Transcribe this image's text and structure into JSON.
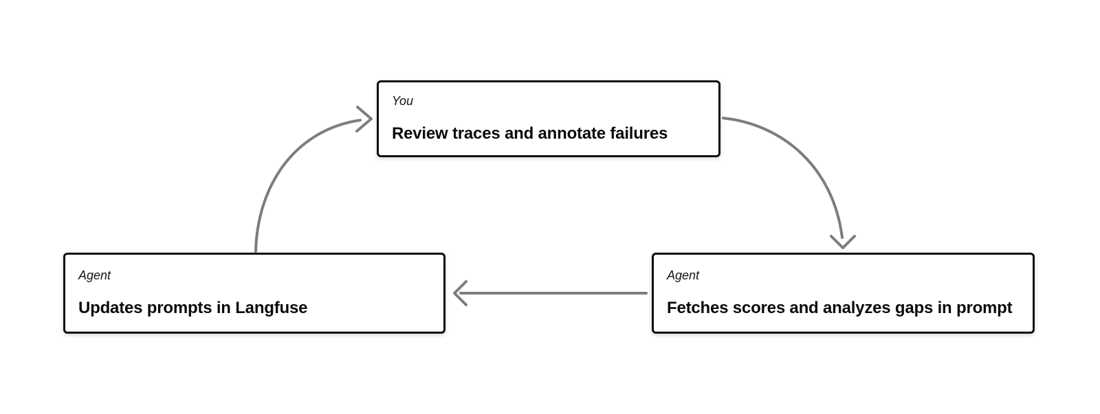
{
  "diagram": {
    "background": "#ffffff",
    "box_border_color": "#101010",
    "box_fill_color": "#ffffff",
    "arrow_color": "#7d7d7d",
    "text_color": "#0b0b0b",
    "nodes": [
      {
        "id": "review-traces",
        "role": "You",
        "title": "Review traces and annotate failures"
      },
      {
        "id": "update-prompts",
        "role": "Agent",
        "title": "Updates prompts in Langfuse"
      },
      {
        "id": "fetch-scores",
        "role": "Agent",
        "title": "Fetches scores and analyzes gaps in prompt"
      }
    ],
    "edges": [
      {
        "from": "update-prompts",
        "to": "review-traces",
        "shape": "curved",
        "direction": "up-right"
      },
      {
        "from": "review-traces",
        "to": "fetch-scores",
        "shape": "curved",
        "direction": "down-right"
      },
      {
        "from": "fetch-scores",
        "to": "update-prompts",
        "shape": "straight",
        "direction": "left"
      }
    ]
  }
}
